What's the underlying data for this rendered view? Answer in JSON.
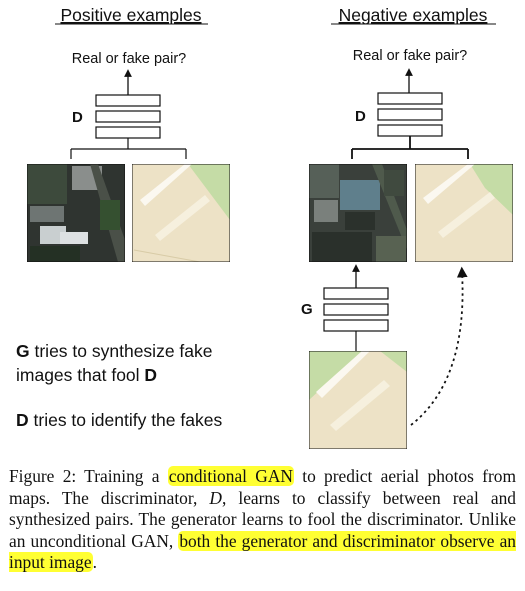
{
  "figure": {
    "positive": {
      "title": "Positive examples",
      "question": "Real or fake pair?",
      "discriminator_label": "D"
    },
    "negative": {
      "title": "Negative examples",
      "question": "Real or fake pair?",
      "discriminator_label": "D",
      "generator_label": "G"
    },
    "notes": {
      "g_bold": "G",
      "g_line1": " tries to synthesize fake",
      "g_line2": "images that fool ",
      "g_line2_bold": "D",
      "d_bold": "D",
      "d_line": " tries to identify the fakes"
    }
  },
  "caption": {
    "p1": "Figure 2: Training a ",
    "h1": "conditional GAN",
    "p2": " to predict aerial photos from maps. The discriminator, ",
    "d_symbol": "D",
    "p3": ", learns to classify between real and synthesized pairs. The generator learns to fool the discriminator. Unlike an unconditional GAN, ",
    "h2": "both the generator and discriminator observe an input image",
    "p4": "."
  },
  "colors": {
    "highlight": "#ffff33",
    "map_bg": "#ede2c6",
    "map_park": "#c5dca6",
    "aerial_dark": "#2a2f2c"
  }
}
